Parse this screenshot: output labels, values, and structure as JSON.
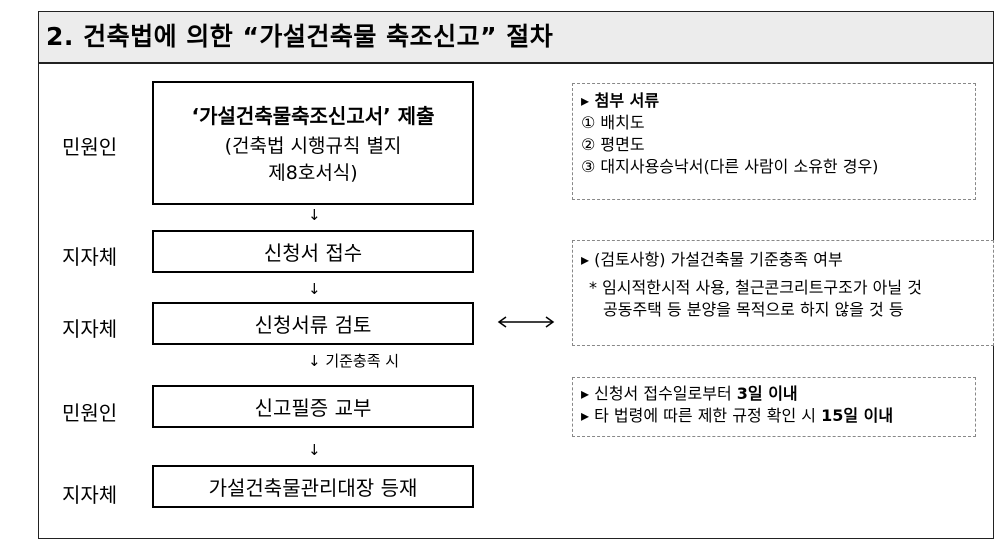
{
  "title": "2. 건축법에 의한 “가설건축물 축조신고” 절차",
  "actors": {
    "a1": "민원인",
    "a2": "지자체",
    "a3": "지자체",
    "a4": "민원인",
    "a5": "지자체"
  },
  "steps": {
    "s1_main": "‘가설건축물축조신고서’ 제출",
    "s1_sub1": "(건축법 시행규칙 별지",
    "s1_sub2": "제8호서식)",
    "s2": "신청서 접수",
    "s3": "신청서류 검토",
    "s4": "신고필증 교부",
    "s5": "가설건축물관리대장 등재"
  },
  "arrows": {
    "down": "↓",
    "down_condition": "↓ 기준충족 시"
  },
  "notes": {
    "n1_title": "▸ 첨부 서류",
    "n1_i1": "① 배치도",
    "n1_i2": "② 평면도",
    "n1_i3": "③ 대지사용승낙서(다른 사람이 소유한 경우)",
    "n2_l1": "▸ (검토사항) 가설건축물 기준충족 여부",
    "n2_l2": "* 임시적한시적 사용, 철근콘크리트구조가 아닐 것",
    "n2_l3": "공동주택 등 분양을 목적으로 하지 않을 것 등",
    "n3_l1_a": "▸ 신청서 접수일로부터 ",
    "n3_l1_b": "3일 이내",
    "n3_l2_a": "▸ 타 법령에 따른 제한 규정 확인 시 ",
    "n3_l2_b": "15일 이내"
  }
}
